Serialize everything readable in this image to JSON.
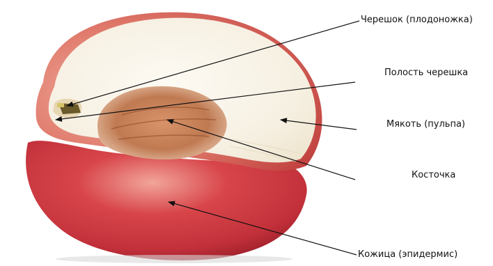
{
  "labels": {
    "stem": "Черешок (плодоножка)",
    "stem_cavity": "Полость черешка",
    "pulp": "Мякоть (пульпа)",
    "pit": "Косточка",
    "skin": "Кожица (эпидермис)"
  },
  "colors": {
    "skin_red": "#c8323a",
    "skin_dark": "#8e1a24",
    "flesh": "#f8f3ea",
    "pit_brown": "#b9704a",
    "arrow": "#111111"
  }
}
